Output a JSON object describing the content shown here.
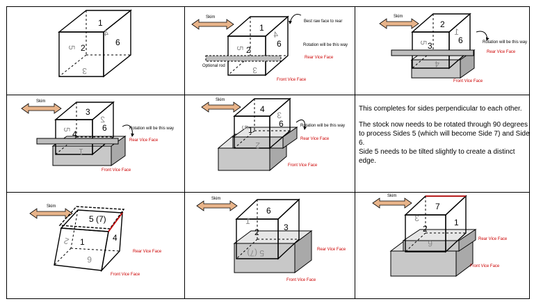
{
  "labels": {
    "skim": "Skim",
    "best_raw_face": "Best raw face to rear",
    "rotation": "Rotation will be this way",
    "rear_vice": "Rear Vice Face",
    "front_vice": "Front Vice Face",
    "optional_rod": "Optional rod"
  },
  "panel1": {
    "f1": "1",
    "f2": "2",
    "f6": "6",
    "m4": "4",
    "m5": "5",
    "m3": "3"
  },
  "panel2": {
    "f1": "1",
    "f2": "2",
    "f6": "6",
    "m4": "4",
    "m5": "5",
    "m3": "3"
  },
  "panel3": {
    "f2": "2",
    "f3": "3",
    "f6": "6",
    "m1": "1",
    "m5": "5",
    "m4": "4"
  },
  "panel4": {
    "f3": "3",
    "f4": "4",
    "f6": "6",
    "m2": "2",
    "m5": "5",
    "m1": "1"
  },
  "panel5": {
    "f4": "4",
    "f1": "1",
    "f6": "6",
    "m3": "3",
    "m5": "5",
    "m2": "2"
  },
  "panel7": {
    "f5": "5 (7)",
    "f1": "1",
    "f4": "4",
    "m2": "2",
    "m6": "6"
  },
  "panel8": {
    "f6": "6",
    "f2": "2",
    "f3": "3",
    "m1": "1",
    "m5": "5 (7)"
  },
  "panel9": {
    "f7": "7",
    "f2": "2",
    "f1": "1",
    "m3": "3",
    "m6": "6"
  },
  "text": {
    "p1": "This completes for sides perpendicular to each other.",
    "p2": "The stock now needs to be rotated through 90 degrees to process Sides 5 (which will become Side 7) and Side 6.",
    "p3": "Side 5 needs to be tilted slightly to create a distinct edge."
  },
  "colors": {
    "grid": "#000000",
    "vice": "#c8c8c8",
    "skim_arrow": "#e8b48a",
    "red_edge": "#cc0000"
  }
}
